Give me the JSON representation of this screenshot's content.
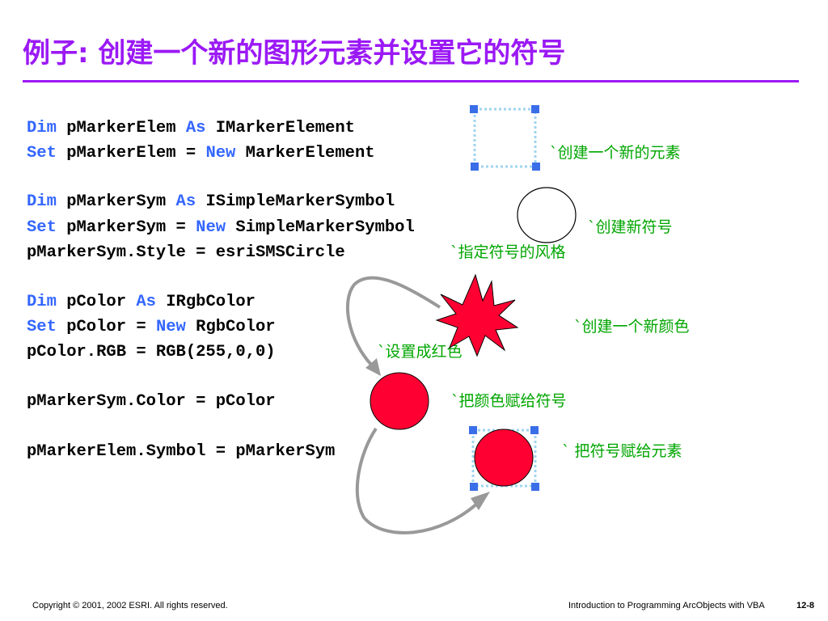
{
  "title": "例子: 创建一个新的图形元素并设置它的符号",
  "code": {
    "l1_kw1": "Dim",
    "l1_t1": " pMarkerElem ",
    "l1_kw2": "As",
    "l1_t2": " IMarkerElement",
    "l2_kw1": "Set",
    "l2_t1": " pMarkerElem = ",
    "l2_kw2": "New",
    "l2_t2": " MarkerElement",
    "l3_kw1": "Dim",
    "l3_t1": " pMarkerSym ",
    "l3_kw2": "As",
    "l3_t2": " ISimpleMarkerSymbol",
    "l4_kw1": "Set",
    "l4_t1": " pMarkerSym = ",
    "l4_kw2": "New",
    "l4_t2": " SimpleMarkerSymbol",
    "l5": "pMarkerSym.Style = esriSMSCircle",
    "l6_kw1": "Dim",
    "l6_t1": " pColor ",
    "l6_kw2": "As",
    "l6_t2": " IRgbColor",
    "l7_kw1": "Set",
    "l7_t1": " pColor = ",
    "l7_kw2": "New",
    "l7_t2": " RgbColor",
    "l8": "pColor.RGB = RGB(255,0,0)",
    "l9": "pMarkerSym.Color = pColor",
    "l10": "pMarkerElem.Symbol = pMarkerSym"
  },
  "comments": {
    "c1": "`创建一个新的元素",
    "c2": "`创建新符号",
    "c3": "`指定符号的风格",
    "c4": "`创建一个新颜色",
    "c5": "`设置成红色",
    "c6": "`把颜色赋给符号",
    "c7": "`  把符号赋给元素"
  },
  "footer": {
    "copyright": "Copyright © 2001, 2002 ESRI.  All rights reserved.",
    "course": "Introduction to Programming ArcObjects with VBA",
    "page": "12-8"
  },
  "colors": {
    "title": "#9b19f5",
    "keyword": "#3366ff",
    "comment": "#00a600",
    "marker_red": "#ff0033",
    "selection_handle": "#3a6ee8",
    "selection_outline": "#9fd4f0",
    "arrow": "#999999"
  },
  "icons": [
    "selection-box-icon",
    "empty-circle-icon",
    "red-starburst-icon",
    "red-circle-icon",
    "curved-arrow-icon"
  ]
}
